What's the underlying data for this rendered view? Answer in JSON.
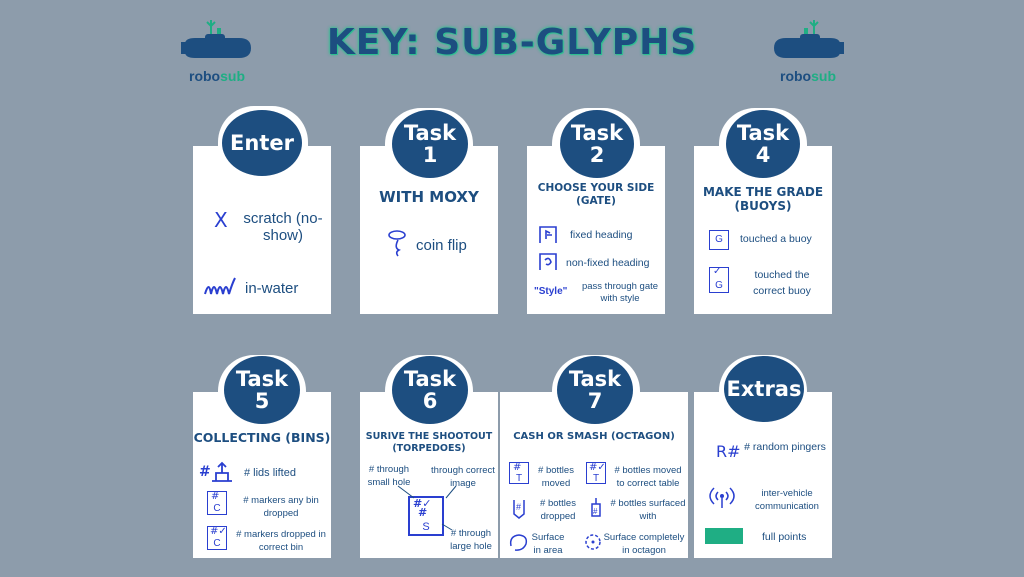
{
  "title": "KEY: SUB-GLYPHS",
  "logo": {
    "part1": "robo",
    "part2": "sub"
  },
  "cards": {
    "enter": {
      "badge": "Enter",
      "items": [
        {
          "glyph": "X",
          "label": "scratch (no-show)"
        },
        {
          "glyph": "ɯ",
          "label": "in-water"
        }
      ]
    },
    "task1": {
      "badge1": "Task",
      "badge2": "1",
      "heading": "WITH MOXY",
      "items": [
        {
          "label": "coin flip"
        }
      ]
    },
    "task2": {
      "badge1": "Task",
      "badge2": "2",
      "heading": "CHOOSE YOUR SIDE (GATE)",
      "items": [
        {
          "label": "fixed heading"
        },
        {
          "label": "non-fixed heading"
        },
        {
          "glyph": "\"Style\"",
          "label": "pass through gate with style"
        }
      ]
    },
    "task4": {
      "badge1": "Task",
      "badge2": "4",
      "heading": "MAKE THE GRADE (BUOYS)",
      "items": [
        {
          "glyph": "G",
          "label": "touched a buoy"
        },
        {
          "glyph": "G",
          "label": "touched the correct buoy"
        }
      ]
    },
    "task5": {
      "badge1": "Task",
      "badge2": "5",
      "heading": "COLLECTING (BINS)",
      "items": [
        {
          "glyph": "#",
          "label": "# lids lifted"
        },
        {
          "glyph": "C",
          "label": "# markers any bin dropped"
        },
        {
          "glyph": "C",
          "label": "# markers dropped in correct bin"
        }
      ]
    },
    "task6": {
      "badge1": "Task",
      "badge2": "6",
      "heading": "SURIVE THE SHOOTOUT (TORPEDOES)",
      "labels": {
        "small": "# through small hole",
        "correct": "through correct image",
        "large": "# through large hole"
      },
      "glyph": "S"
    },
    "task7": {
      "badge1": "Task",
      "badge2": "7",
      "heading": "CASH OR SMASH (OCTAGON)",
      "items": [
        {
          "glyph": "T",
          "label": "# bottles moved"
        },
        {
          "glyph": "T",
          "label": "# bottles moved to correct table"
        },
        {
          "label": "# bottles dropped"
        },
        {
          "label": "# bottles surfaced with"
        },
        {
          "label": "Surface in area"
        },
        {
          "label": "Surface completely in octagon"
        }
      ]
    },
    "extras": {
      "badge": "Extras",
      "items": [
        {
          "glyph": "R#",
          "label": "# random pingers"
        },
        {
          "label": "inter-vehicle communication"
        },
        {
          "label": "full points",
          "color": "#1fae84"
        }
      ]
    }
  },
  "colors": {
    "navy": "#1d4e80",
    "ink": "#2a3fd0",
    "green": "#1fae84",
    "bg": "#8d9cab"
  }
}
